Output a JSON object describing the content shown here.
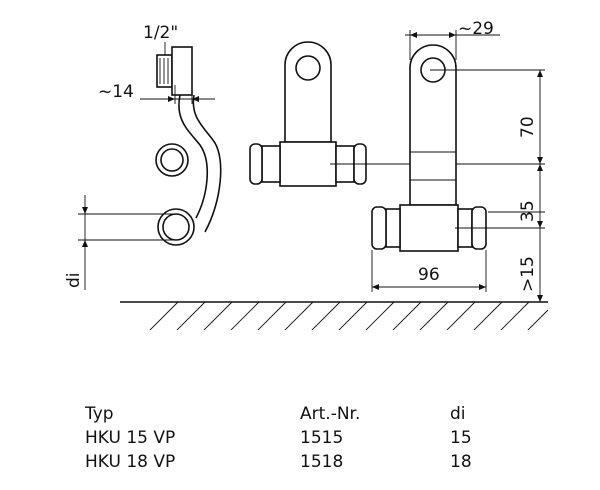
{
  "dimensions": {
    "thread": "1/2\"",
    "offset": "~14",
    "width_top": "~29",
    "height_upper": "70",
    "height_lower": "35",
    "floor_clearance": ">15",
    "length": "96",
    "pipe_di": "di"
  },
  "table": {
    "headers": [
      "Typ",
      "Art.-Nr.",
      "di"
    ],
    "rows": [
      [
        "HKU 15 VP",
        "1515",
        "15"
      ],
      [
        "HKU 18 VP",
        "1518",
        "18"
      ]
    ]
  }
}
